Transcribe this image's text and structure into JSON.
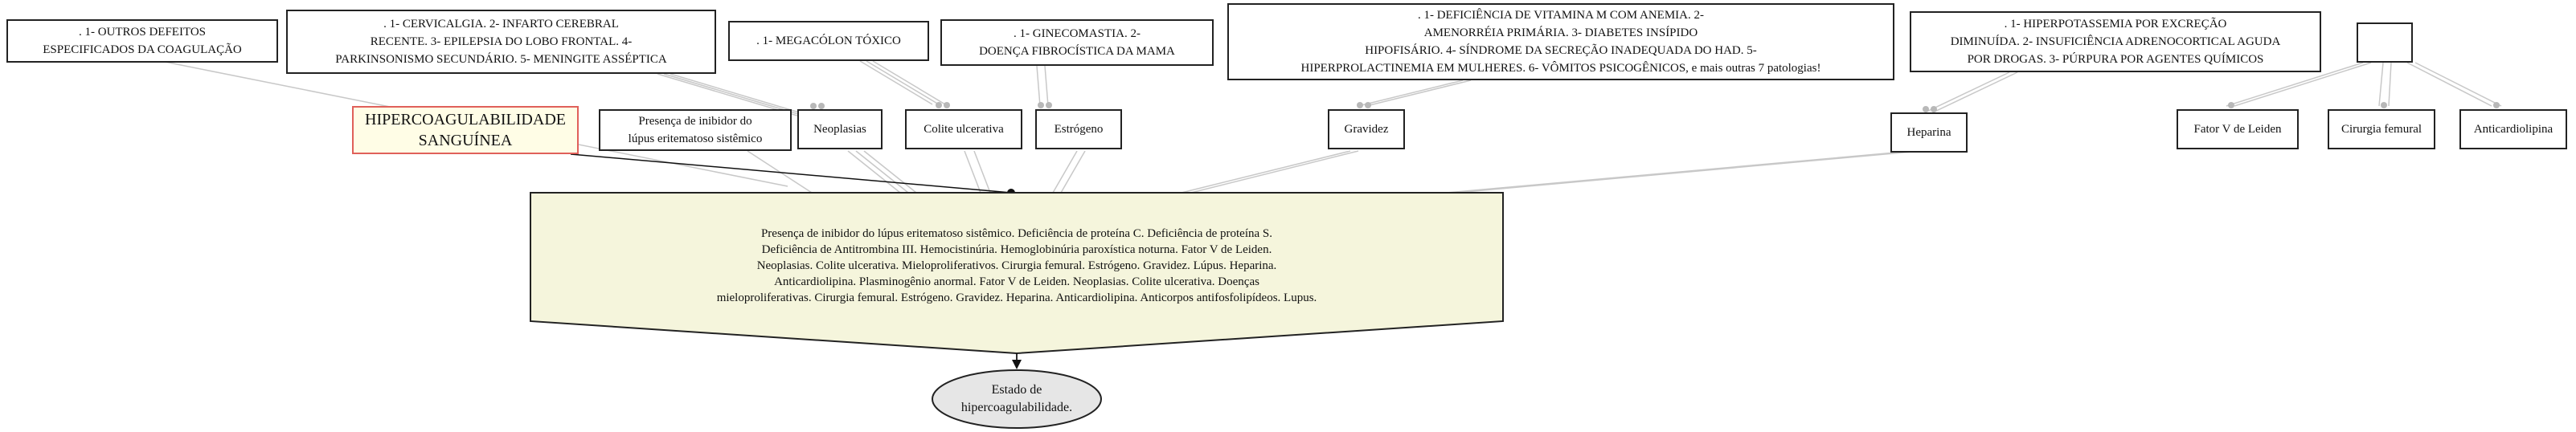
{
  "diagram": {
    "title_node": "HIPERCOAGULABILIDADE\nSANGUÍNEA",
    "top_notes": {
      "coagulacao": ". 1- OUTROS DEFEITOS\nESPECIFICADOS DA COAGULAÇÃO",
      "neoplasias": ". 1- CERVICALGIA. 2- INFARTO CEREBRAL\nRECENTE. 3- EPILEPSIA DO LOBO FRONTAL. 4-\nPARKINSONISMO SECUNDÁRIO. 5- MENINGITE ASSÉPTICA",
      "colite": ". 1- MEGACÓLON TÓXICO",
      "estrogeno": ". 1- GINECOMASTIA. 2-\nDOENÇA FIBROCÍSTICA DA MAMA",
      "gravidez": ". 1- DEFICIÊNCIA DE VITAMINA M COM ANEMIA. 2-\nAMENORRÉIA PRIMÁRIA. 3- DIABETES INSÍPIDO\nHIPOFISÁRIO. 4- SÍNDROME DA SECREÇÃO INADEQUADA DO HAD. 5-\nHIPERPROLACTINEMIA EM MULHERES. 6- VÔMITOS PSICOGÊNICOS, e mais outras 7 patologias!",
      "heparina": ". 1- HIPERPOTASSEMIA POR EXCREÇÃO\nDIMINUÍDA. 2- INSUFICIÊNCIA ADRENOCORTICAL AGUDA\nPOR DROGAS. 3- PÚRPURA POR AGENTES QUÍMICOS",
      "blank": ""
    },
    "causes": {
      "lupus": "Presença de inibidor do\nlúpus eritematoso sistêmico",
      "neoplasias": "Neoplasias",
      "colite": "Colite ulcerativa",
      "estrogeno": "Estrógeno",
      "gravidez": "Gravidez",
      "heparina": "Heparina",
      "leiden": "Fator V de Leiden",
      "cirurgia": "Cirurgia femural",
      "anticardio": "Anticardiolipina"
    },
    "summary": "Presença de inibidor do lúpus eritematoso sistêmico. Deficiência de proteína C. Deficiência de proteína S.\nDeficiência de Antitrombina III. Hemocistinúria. Hemoglobinúria paroxística noturna. Fator V de Leiden.\nNeoplasias. Colite ulcerativa. Mieloproliferativos. Cirurgia femural. Estrógeno. Gravidez. Lúpus. Heparina.\nAnticardiolipina. Plasminogênio anormal. Fator V de Leiden. Neoplasias. Colite ulcerativa. Doenças\nmieloproliferativas. Cirurgia femural. Estrógeno. Gravidez. Heparina. Anticardiolipina. Anticorpos antifosfolipídeos. Lupus.",
    "outcome": "Estado de\nhipercoagulabilidade."
  },
  "colors": {
    "main_border": "#e0605a",
    "main_fill": "#fffde6",
    "summary_fill": "#f5f5dc",
    "outcome_fill": "#e6e6e6",
    "edge_gray": "#c8c8c8"
  }
}
